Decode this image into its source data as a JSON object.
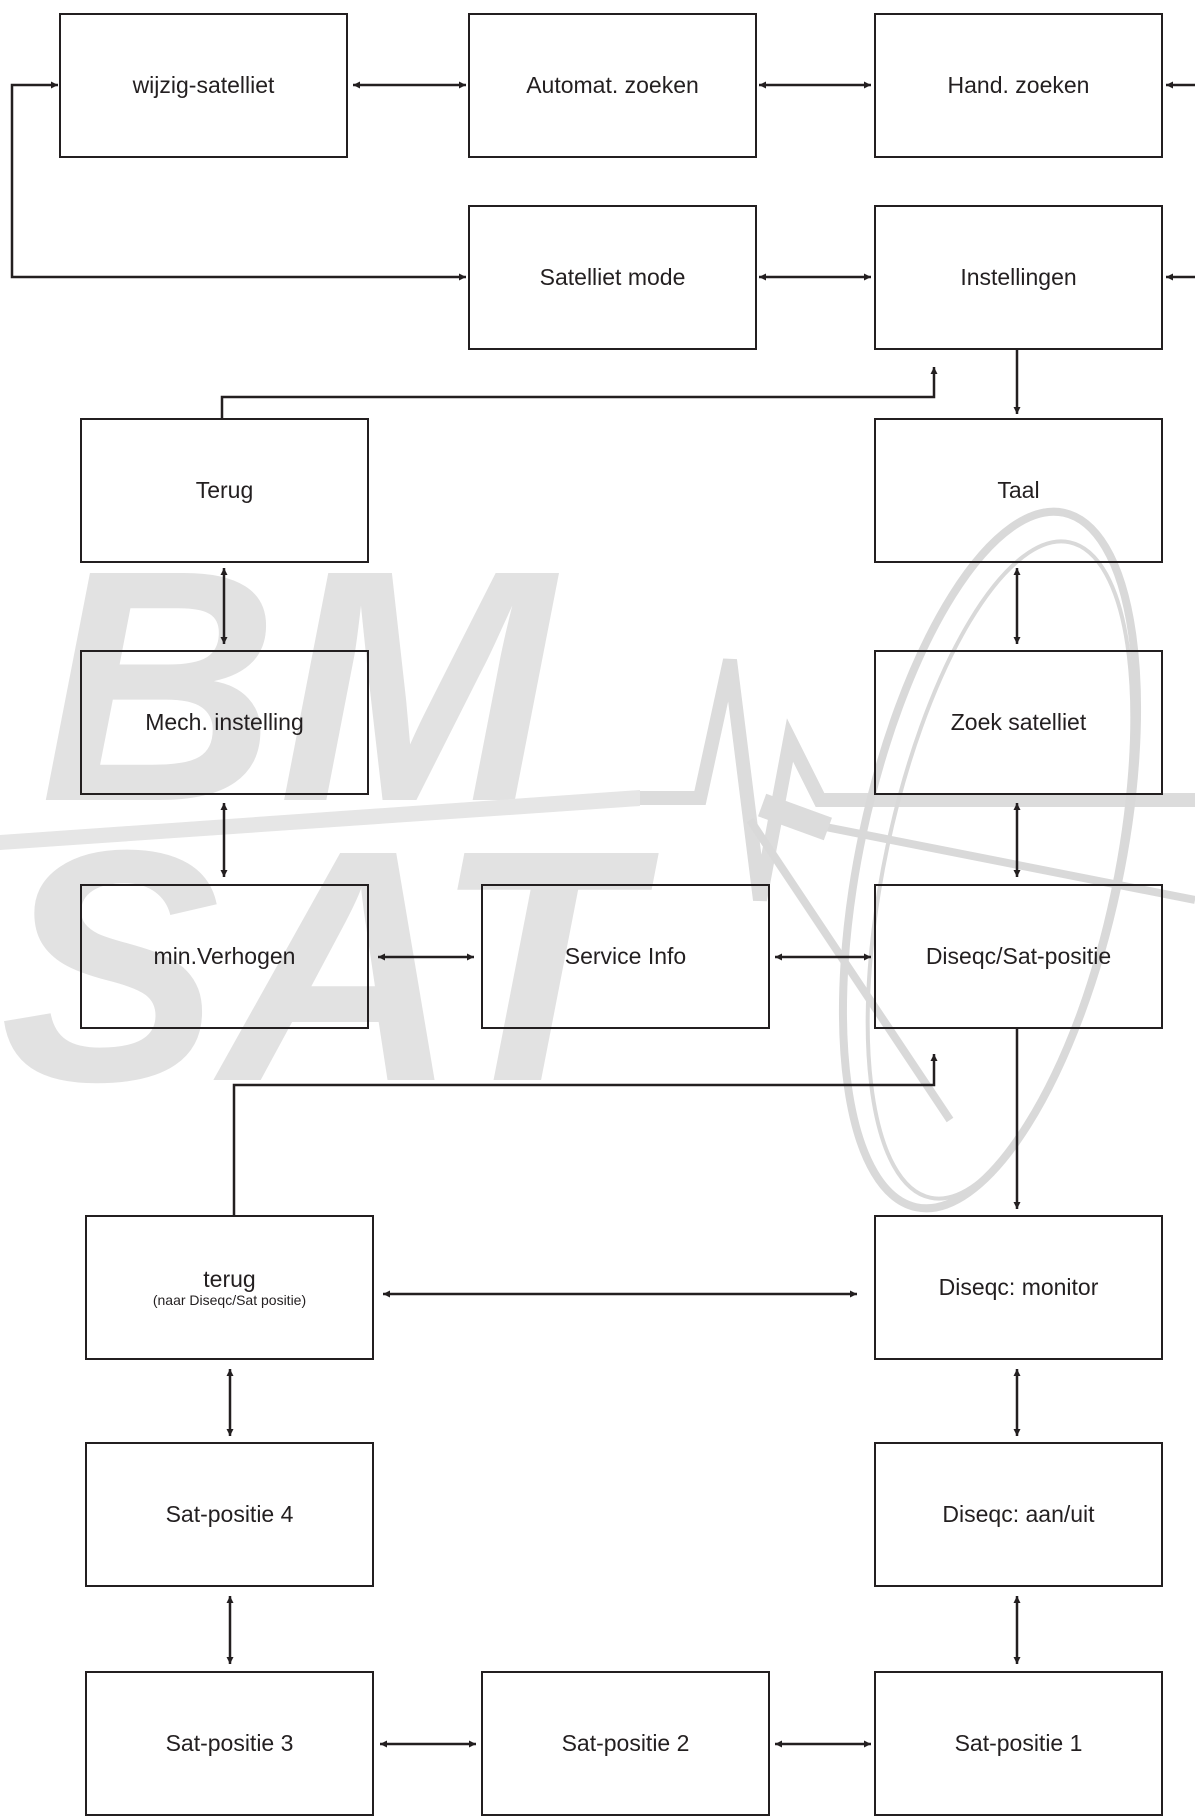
{
  "colors": {
    "line": "#231f20",
    "watermark": "#dedede"
  },
  "watermark": {
    "text_line1": "BM",
    "text_line2": "SAT"
  },
  "boxes": {
    "wijzig_satelliet": {
      "label": "wijzig-satelliet"
    },
    "automat_zoeken": {
      "label": "Automat. zoeken"
    },
    "hand_zoeken": {
      "label": "Hand. zoeken"
    },
    "satelliet_mode": {
      "label": "Satelliet mode"
    },
    "instellingen": {
      "label": "Instellingen"
    },
    "terug": {
      "label": "Terug"
    },
    "taal": {
      "label": "Taal"
    },
    "mech_instelling": {
      "label": "Mech. instelling"
    },
    "zoek_satelliet": {
      "label": "Zoek satelliet"
    },
    "min_verhogen": {
      "label": "min.Verhogen"
    },
    "service_info": {
      "label": "Service Info"
    },
    "diseqc_sat_positie": {
      "label": "Diseqc/Sat-positie"
    },
    "terug_diseqc": {
      "label": "terug",
      "sublabel": "(naar Diseqc/Sat positie)"
    },
    "diseqc_monitor": {
      "label": "Diseqc: monitor"
    },
    "sat_positie_4": {
      "label": "Sat-positie 4"
    },
    "diseqc_aan_uit": {
      "label": "Diseqc: aan/uit"
    },
    "sat_positie_3": {
      "label": "Sat-positie 3"
    },
    "sat_positie_2": {
      "label": "Sat-positie 2"
    },
    "sat_positie_1": {
      "label": "Sat-positie 1"
    }
  }
}
